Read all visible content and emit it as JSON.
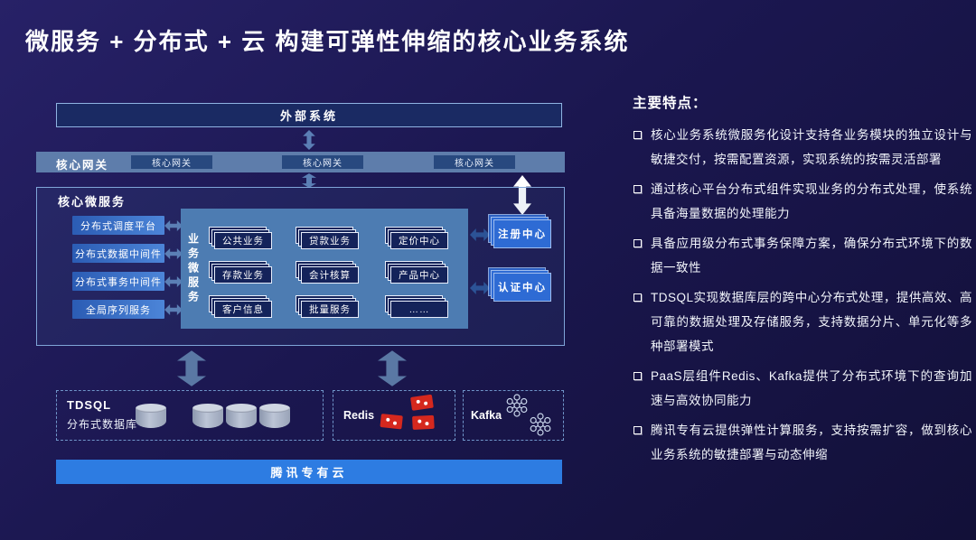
{
  "title": "微服务 + 分布式 + 云 构建可弹性伸缩的核心业务系统",
  "architecture": {
    "external_system": "外部系统",
    "gateway_band_label": "核心网关",
    "gateways": [
      "核心网关",
      "核心网关",
      "核心网关"
    ],
    "core_box_label": "核心微服务",
    "middleware": [
      "分布式调度平台",
      "分布式数据中间件",
      "分布式事务中间件",
      "全局序列服务"
    ],
    "business_vertical_label": "业务微服务",
    "services": [
      "公共业务",
      "贷款业务",
      "定价中心",
      "存款业务",
      "会计核算",
      "产品中心",
      "客户信息",
      "批量服务",
      "……"
    ],
    "registry_center": "注册中心",
    "auth_center": "认证中心",
    "storage": {
      "tdsql_title": "TDSQL",
      "tdsql_subtitle": "分布式数据库",
      "redis_label": "Redis",
      "kafka_label": "Kafka"
    },
    "cloud_bar": "腾讯专有云"
  },
  "features": {
    "heading": "主要特点：",
    "items": [
      "核心业务系统微服务化设计支持各业务模块的独立设计与敏捷交付，按需配置资源，实现系统的按需灵活部署",
      "通过核心平台分布式组件实现业务的分布式处理，使系统具备海量数据的处理能力",
      "具备应用级分布式事务保障方案，确保分布式环境下的数据一致性",
      "TDSQL实现数据库层的跨中心分布式处理，提供高效、高可靠的数据处理及存储服务，支持数据分片、单元化等多种部署模式",
      "PaaS层组件Redis、Kafka提供了分布式环境下的查询加速与高效协同能力",
      "腾讯专有云提供弹性计算服务，支持按需扩容，做到核心业务系统的敏捷部署与动态伸缩"
    ]
  },
  "colors": {
    "background_top": "#272167",
    "background_bottom": "#121038",
    "steel_blue": "#4d7cb2",
    "arrow_blue": "#5b7fb5",
    "cloud_blue": "#2d7ce2",
    "redis_red": "#d5281e"
  }
}
